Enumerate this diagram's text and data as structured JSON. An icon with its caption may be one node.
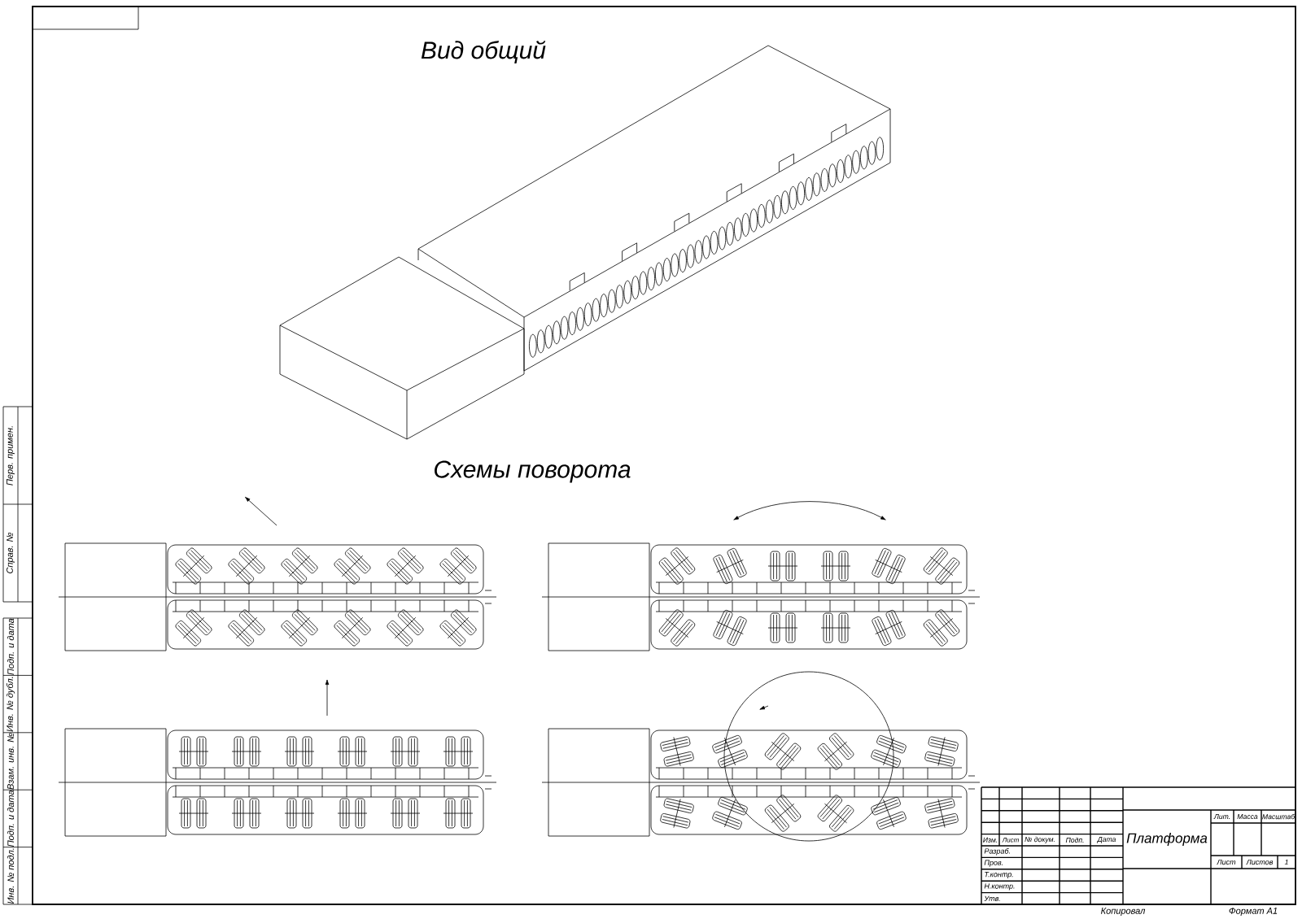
{
  "diagram": {
    "labels": [
      "Вид общий",
      "Схемы поворота",
      "Перв. примен.",
      "Справ. №",
      "Подп. и дата",
      "Инв. № дубл.",
      "Взам. инв. №",
      "Подп. и дата",
      "Инв. № подл.",
      "Изм.",
      "Лист",
      "№ докум.",
      "Подп.",
      "Дата",
      "Разраб.",
      "Пров.",
      "Т.контр.",
      "Н.контр.",
      "Утв.",
      "Платформа",
      "Лит.",
      "Масса",
      "Масштаб",
      "Лист",
      "Листов",
      "1",
      "Копировал",
      "Формат A1"
    ]
  }
}
